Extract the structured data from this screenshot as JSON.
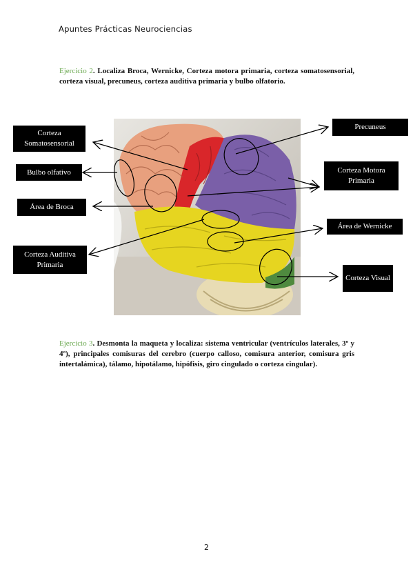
{
  "header": "Apuntes Prácticas Neurociencias",
  "exercise2": {
    "label": "Ejercicio 2",
    "text": ". Localiza Broca, Wernicke, Corteza motora primaria, corteza somatosensorial, corteza visual, precuneus, corteza auditiva primaria y bulbo olfatorio."
  },
  "labels": {
    "somatosensorial": "Corteza Somatosensorial",
    "bulbo": "Bulbo olfativo",
    "broca": "Área de Broca",
    "auditiva": "Corteza Auditiva Primaria",
    "precuneus": "Precuneus",
    "motora": "Corteza Motora Primaria",
    "wernicke": "Área de Wernicke",
    "visual": "Corteza Visual"
  },
  "exercise3": {
    "label": "Ejercicio 3",
    "text": ". Desmonta la maqueta y localiza: sistema ventricular (ventrículos laterales, 3º y 4º), principales comisuras del cerebro (cuerpo calloso, comisura anterior, comisura gris intertalámica), tálamo, hipotálamo, hipófisis, giro cingulado o corteza cingular)."
  },
  "page_number": "2"
}
